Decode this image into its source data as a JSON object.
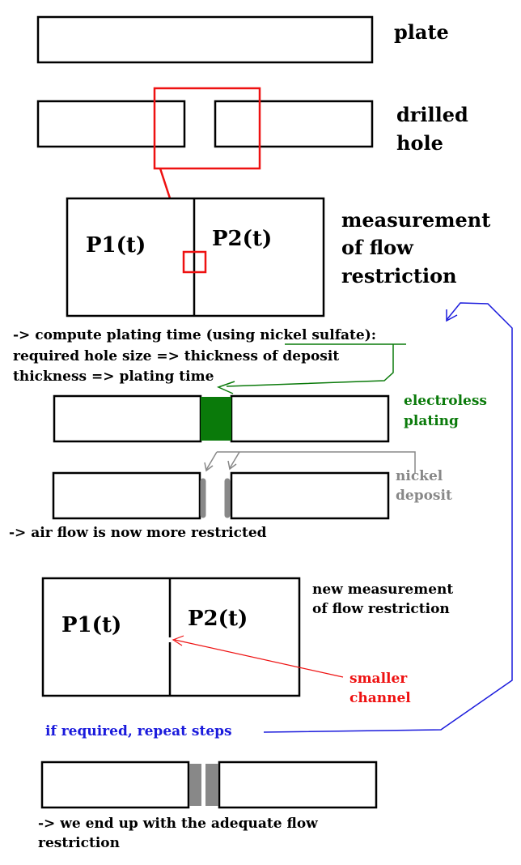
{
  "labels": {
    "plate": "plate",
    "drilled_1": "drilled",
    "drilled_2": "hole",
    "measure_1": "measurement",
    "measure_2": "of flow",
    "measure_3": "restriction",
    "p1": "P1(t)",
    "p2": "P2(t)",
    "compute_a": "-> compute plating time (using ",
    "compute_b": "nickel sulfate",
    "compute_c": "):",
    "required": "required hole size => thickness of deposit",
    "thickness": "thickness => plating time",
    "electroless_1": "electroless",
    "electroless_2": "plating",
    "nickel_1": "nickel",
    "nickel_2": "deposit",
    "air_flow": "-> air flow is now more restricted",
    "new_measure_1": "new measurement",
    "new_measure_2": "of flow restriction",
    "p1b": "P1(t)",
    "p2b": "P2(t)",
    "smaller_1": "smaller",
    "smaller_2": "channel",
    "repeat": "if required, repeat steps",
    "end_1": "-> we end up with the adequate flow",
    "end_2": "restriction"
  },
  "colors": {
    "stroke": "#000000",
    "highlight": "#ee1111",
    "plating": "#0a7a0a",
    "deposit": "#888888",
    "repeat": "#1a1adc"
  }
}
